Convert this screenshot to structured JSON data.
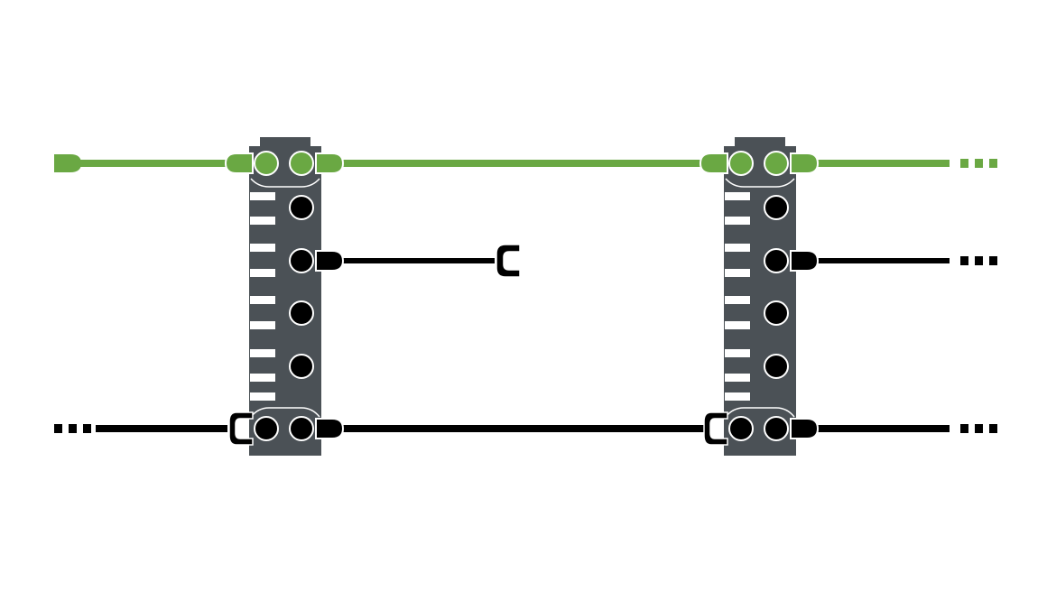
{
  "diagram": {
    "colors": {
      "background": "#ffffff",
      "module_body": "#4b5156",
      "slot": "#ffffff",
      "green_line": "#6aa843",
      "black_line": "#000000",
      "outline": "#ffffff"
    },
    "modules": [
      {
        "id": "module-left",
        "name": "terminal-module-left"
      },
      {
        "id": "module-right",
        "name": "terminal-module-right"
      }
    ],
    "lines": [
      {
        "id": "green-bus",
        "color_key": "green_line",
        "continues_right": true,
        "open_left_plug": true
      },
      {
        "id": "middle-line",
        "color_key": "black_line",
        "ends_with_socket": true,
        "continues_right": true
      },
      {
        "id": "bottom-bus",
        "color_key": "black_line",
        "continues_left": true,
        "continues_right": true
      }
    ]
  }
}
